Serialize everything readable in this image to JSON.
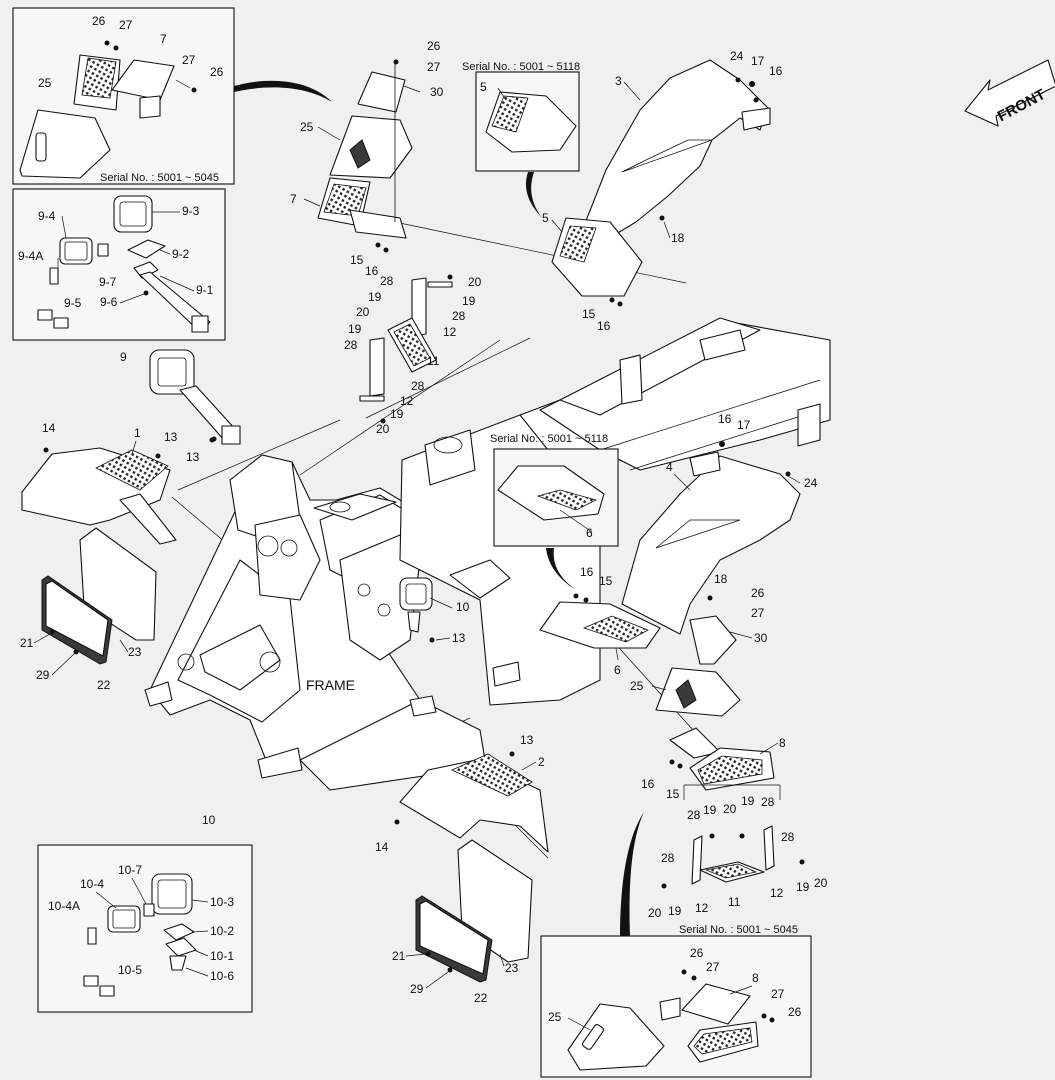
{
  "diagram": {
    "center_label": "FRAME",
    "front_label": "FRONT",
    "insets": [
      {
        "id": "inset-top-left",
        "serial": "Serial No. : 5001 ~ 5045"
      },
      {
        "id": "inset-step-5",
        "serial": "Serial No. : 5001 ~ 5118"
      },
      {
        "id": "inset-step-6",
        "serial": "Serial No. : 5001 ~ 5118"
      },
      {
        "id": "inset-bottom-right",
        "serial": "Serial No. : 5001 ~ 5045"
      }
    ],
    "callouts": [
      "26",
      "27",
      "7",
      "27",
      "26",
      "25",
      "9-4",
      "9-3",
      "9-2",
      "9-4A",
      "9-7",
      "9-1",
      "9-6",
      "9-5",
      "9",
      "26",
      "27",
      "30",
      "25",
      "7",
      "15",
      "16",
      "28",
      "20",
      "19",
      "19",
      "28",
      "20",
      "12",
      "19",
      "28",
      "11",
      "28",
      "12",
      "19",
      "20",
      "5",
      "3",
      "24",
      "17",
      "16",
      "5",
      "18",
      "15",
      "16",
      "14",
      "1",
      "13",
      "13",
      "16",
      "17",
      "24",
      "4",
      "6",
      "16",
      "15",
      "18",
      "26",
      "27",
      "30",
      "10",
      "13",
      "6",
      "25",
      "21",
      "29",
      "22",
      "23",
      "8",
      "16",
      "15",
      "28",
      "19",
      "20",
      "19",
      "28",
      "28",
      "28",
      "12",
      "19",
      "20",
      "20",
      "19",
      "12",
      "11",
      "13",
      "2",
      "14",
      "21",
      "29",
      "22",
      "23",
      "10",
      "10-7",
      "10-4",
      "10-3",
      "10-4A",
      "10-2",
      "10-1",
      "10-5",
      "10-6",
      "26",
      "27",
      "8",
      "27",
      "26",
      "25"
    ]
  }
}
